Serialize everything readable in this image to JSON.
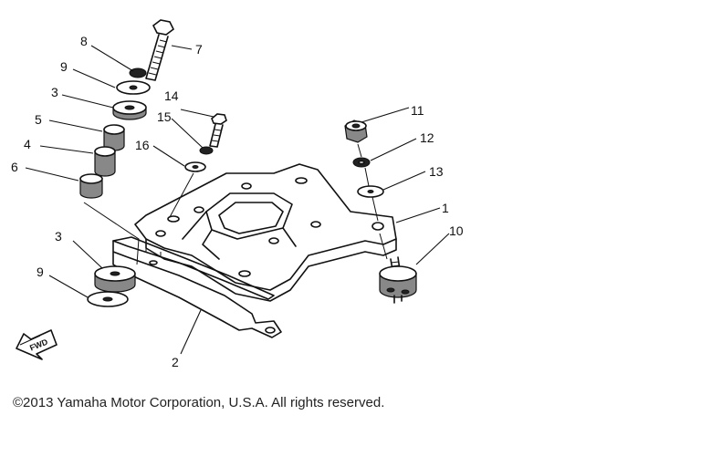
{
  "diagram": {
    "callouts": [
      {
        "id": "c1",
        "text": "1"
      },
      {
        "id": "c2",
        "text": "2"
      },
      {
        "id": "c3a",
        "text": "3"
      },
      {
        "id": "c3b",
        "text": "3"
      },
      {
        "id": "c4",
        "text": "4"
      },
      {
        "id": "c5",
        "text": "5"
      },
      {
        "id": "c6",
        "text": "6"
      },
      {
        "id": "c7",
        "text": "7"
      },
      {
        "id": "c8",
        "text": "8"
      },
      {
        "id": "c9a",
        "text": "9"
      },
      {
        "id": "c9b",
        "text": "9"
      },
      {
        "id": "c10",
        "text": "10"
      },
      {
        "id": "c11",
        "text": "11"
      },
      {
        "id": "c12",
        "text": "12"
      },
      {
        "id": "c13",
        "text": "13"
      },
      {
        "id": "c14",
        "text": "14"
      },
      {
        "id": "c15",
        "text": "15"
      },
      {
        "id": "c16",
        "text": "16"
      }
    ],
    "fwd_label": "FWD"
  },
  "footer": {
    "copyright": "©2013 Yamaha Motor Corporation, U.S.A. All rights reserved."
  }
}
